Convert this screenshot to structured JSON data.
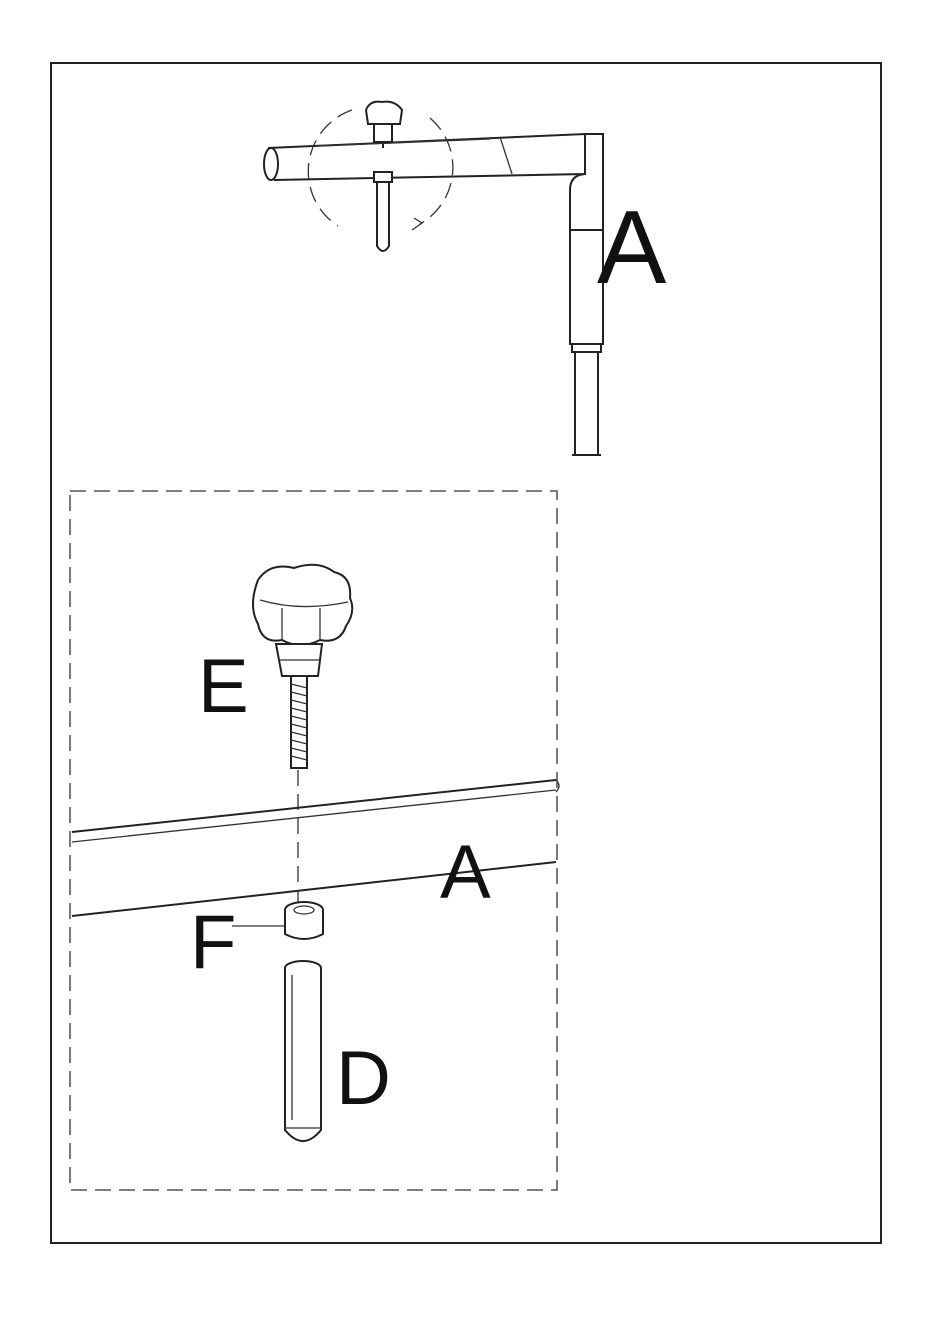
{
  "labels": {
    "frame_top": "A",
    "knob": "E",
    "frame_detail": "A",
    "spacer": "F",
    "pin": "D"
  },
  "colors": {
    "ink": "#222222",
    "paper": "#ffffff"
  }
}
